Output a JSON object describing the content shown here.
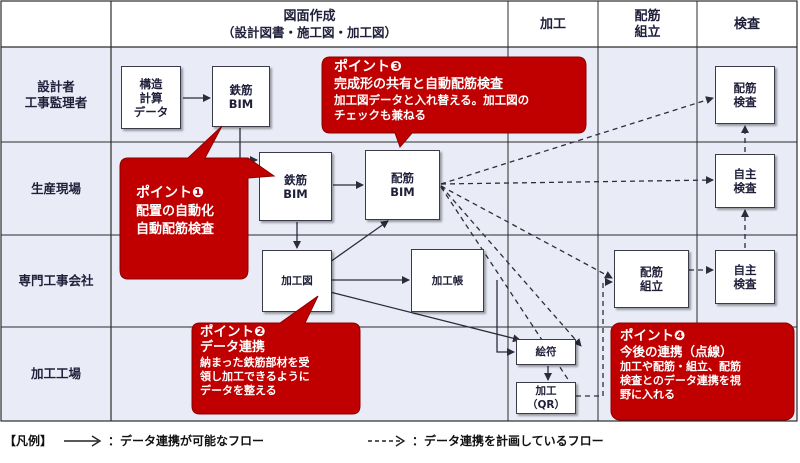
{
  "headers": {
    "drawing_title": "図面作成",
    "drawing_sub": "（設計図書・施工図・加工図）",
    "processing": "加工",
    "arrangement": "配筋\n組立",
    "inspection": "検査"
  },
  "rows": {
    "designer": "設計者\n工事監理者",
    "production_site": "生産現場",
    "specialist": "専門工事会社",
    "factory": "加工工場"
  },
  "nodes": {
    "structural_calc": "構造\n計算\nデータ",
    "rebar_bim_top": "鉄筋\nBIM",
    "rebar_bim_mid": "鉄筋\nBIM",
    "arrangement_bim": "配筋\nBIM",
    "processing_drawing": "加工図",
    "processing_ledger": "加工帳",
    "tag": "絵符",
    "processing_qr": "加工\n（QR）",
    "arrangement_inspection": "配筋\n検査",
    "self_inspection_mid": "自主\n検査",
    "self_inspection_bottom": "自主\n検査",
    "arrangement_assembly": "配筋\n組立"
  },
  "callouts": {
    "p1": {
      "title": "ポイント❶",
      "body": "配置の自動化\n自動配筋検査"
    },
    "p2": {
      "title": "ポイント❷",
      "subtitle": "データ連携",
      "body": "納まった鉄筋部材を受\n領し加工できるように\nデータを整える"
    },
    "p3": {
      "title": "ポイント❸",
      "subtitle": "完成形の共有と自動配筋検査",
      "body": "加工図データと入れ替える。加工図の\nチェックも兼ねる"
    },
    "p4": {
      "title": "ポイント❹",
      "subtitle": "今後の連携（点線）",
      "body": "加工や配筋・組立、配筋\n検査とのデータ連携を視\n野に入れる"
    }
  },
  "legend": {
    "label": "【凡例】",
    "solid": "：データ連携が可能なフロー",
    "dashed": "：データ連携を計画しているフロー"
  },
  "colors": {
    "header_bg": "#ffffff",
    "row_bg": "#e9ecf6",
    "grid": "#2c2c2c",
    "callout": "#c00000",
    "box_border": "#3a3a4a"
  }
}
